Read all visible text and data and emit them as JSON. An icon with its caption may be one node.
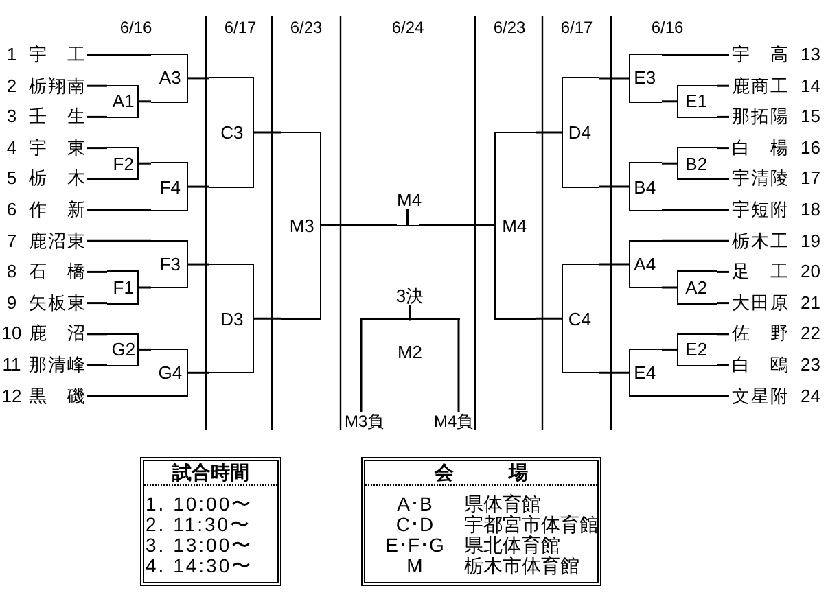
{
  "diagram": {
    "nodes": [
      {
        "text": [
          "宇 工"
        ],
        "beside": [
          "1"
        ]
      },
      {
        "text": [
          "栃翔南"
        ],
        "beside": [
          "2"
        ]
      },
      {
        "text": [
          "壬 生"
        ],
        "beside": [
          "3"
        ]
      },
      {
        "text": [
          "宇 東"
        ],
        "beside": [
          "4"
        ]
      },
      {
        "text": [
          "栃 木"
        ],
        "beside": [
          "5"
        ]
      },
      {
        "text": [
          "作 新"
        ],
        "beside": [
          "6"
        ]
      },
      {
        "text": [
          "鹿沼東"
        ],
        "beside": [
          "7"
        ]
      },
      {
        "text": [
          "石 橋"
        ],
        "beside": [
          "8"
        ]
      },
      {
        "text": [
          "矢板東"
        ],
        "beside": [
          "9"
        ]
      },
      {
        "text": [
          "鹿 沼"
        ],
        "beside": [
          "10"
        ]
      },
      {
        "text": [
          "那清峰"
        ],
        "beside": [
          "11"
        ]
      },
      {
        "text": [
          "黒 磯"
        ],
        "beside": [
          "12"
        ]
      },
      {
        "text": [
          "A1"
        ]
      },
      {
        "text": [
          "A3"
        ]
      },
      {
        "text": [
          "F2"
        ]
      },
      {
        "text": [
          "F4"
        ]
      },
      {
        "text": [
          "C3"
        ]
      },
      {
        "text": [
          "F3"
        ]
      },
      {
        "text": [
          "F1"
        ]
      },
      {
        "text": [
          "G2"
        ]
      },
      {
        "text": [
          "G4"
        ]
      },
      {
        "text": [
          "D3"
        ]
      },
      {
        "text": [
          "M3"
        ]
      },
      {
        "text": [
          "M4"
        ]
      },
      {
        "text": [
          "3決",
          "M2"
        ]
      },
      {
        "text": [
          "M3負"
        ]
      },
      {
        "text": [
          "M4負"
        ]
      },
      {
        "text": [
          "M4"
        ]
      },
      {
        "text": [
          "D4"
        ]
      },
      {
        "text": [
          "E3"
        ]
      },
      {
        "text": [
          "E1"
        ]
      },
      {
        "text": [
          "B2"
        ]
      },
      {
        "text": [
          "B4"
        ]
      },
      {
        "text": [
          "C4"
        ]
      },
      {
        "text": [
          "A4"
        ]
      },
      {
        "text": [
          "A2"
        ]
      },
      {
        "text": [
          "E2"
        ]
      },
      {
        "text": [
          "E4"
        ]
      },
      {
        "text": [
          "宇 高"
        ],
        "beside": [
          "13"
        ]
      },
      {
        "text": [
          "鹿商工"
        ],
        "beside": [
          "14"
        ]
      },
      {
        "text": [
          "那拓陽"
        ],
        "beside": [
          "15"
        ]
      },
      {
        "text": [
          "白 楊"
        ],
        "beside": [
          "16"
        ]
      },
      {
        "text": [
          "宇清陵"
        ],
        "beside": [
          "17"
        ]
      },
      {
        "text": [
          "宇短附"
        ],
        "beside": [
          "18"
        ]
      },
      {
        "text": [
          "栃木工"
        ],
        "beside": [
          "19"
        ]
      },
      {
        "text": [
          "足 工"
        ],
        "beside": [
          "20"
        ]
      },
      {
        "text": [
          "大田原"
        ],
        "beside": [
          "21"
        ]
      },
      {
        "text": [
          "佐 野"
        ],
        "beside": [
          "22"
        ]
      },
      {
        "text": [
          "白 鴎"
        ],
        "beside": [
          "23"
        ]
      },
      {
        "text": [
          "文星附"
        ],
        "beside": [
          "24"
        ]
      },
      {
        "text": [
          "試合時間",
          "1. 10:00〜",
          "2. 11:30〜",
          "3. 13:00〜",
          "4. 14:30〜"
        ]
      },
      {
        "text": [
          "会 場",
          "A･B",
          "県体育館",
          "C･D",
          "宇都宮市体育館",
          "E･F･G",
          "県北体育館",
          "M",
          "栃木市体育館"
        ]
      }
    ],
    "edges": [
      {
        "from": 1,
        "to": 12,
        "arrow": "none"
      },
      {
        "from": 2,
        "to": 12,
        "arrow": "none"
      },
      {
        "from": 0,
        "to": 13,
        "arrow": "none"
      },
      {
        "from": 12,
        "to": 13,
        "arrow": "none"
      },
      {
        "from": 3,
        "to": 14,
        "arrow": "none"
      },
      {
        "from": 4,
        "to": 14,
        "arrow": "none"
      },
      {
        "from": 14,
        "to": 15,
        "arrow": "none"
      },
      {
        "from": 5,
        "to": 15,
        "arrow": "none"
      },
      {
        "from": 13,
        "to": 16,
        "arrow": "none"
      },
      {
        "from": 15,
        "to": 16,
        "arrow": "none"
      },
      {
        "from": 6,
        "to": 17,
        "arrow": "none"
      },
      {
        "from": 7,
        "to": 18,
        "arrow": "none"
      },
      {
        "from": 8,
        "to": 18,
        "arrow": "none"
      },
      {
        "from": 18,
        "to": 17,
        "arrow": "none"
      },
      {
        "from": 9,
        "to": 19,
        "arrow": "none"
      },
      {
        "from": 10,
        "to": 19,
        "arrow": "none"
      },
      {
        "from": 19,
        "to": 20,
        "arrow": "none"
      },
      {
        "from": 11,
        "to": 20,
        "arrow": "none"
      },
      {
        "from": 17,
        "to": 21,
        "arrow": "none"
      },
      {
        "from": 20,
        "to": 21,
        "arrow": "none"
      },
      {
        "from": 16,
        "to": 22,
        "arrow": "none"
      },
      {
        "from": 21,
        "to": 22,
        "arrow": "none"
      },
      {
        "from": 22,
        "to": 23,
        "arrow": "none"
      },
      {
        "from": 27,
        "to": 23,
        "arrow": "none"
      },
      {
        "from": 25,
        "to": 24,
        "arrow": "none"
      },
      {
        "from": 26,
        "to": 24,
        "arrow": "none"
      },
      {
        "from": 28,
        "to": 27,
        "arrow": "none"
      },
      {
        "from": 33,
        "to": 27,
        "arrow": "none"
      },
      {
        "from": 29,
        "to": 28,
        "arrow": "none"
      },
      {
        "from": 32,
        "to": 28,
        "arrow": "none"
      },
      {
        "from": 38,
        "to": 29,
        "arrow": "none"
      },
      {
        "from": 30,
        "to": 29,
        "arrow": "none"
      },
      {
        "from": 39,
        "to": 30,
        "arrow": "none"
      },
      {
        "from": 40,
        "to": 30,
        "arrow": "none"
      },
      {
        "from": 41,
        "to": 31,
        "arrow": "none"
      },
      {
        "from": 42,
        "to": 31,
        "arrow": "none"
      },
      {
        "from": 31,
        "to": 32,
        "arrow": "none"
      },
      {
        "from": 43,
        "to": 32,
        "arrow": "none"
      },
      {
        "from": 44,
        "to": 34,
        "arrow": "none"
      },
      {
        "from": 35,
        "to": 34,
        "arrow": "none"
      },
      {
        "from": 45,
        "to": 35,
        "arrow": "none"
      },
      {
        "from": 46,
        "to": 35,
        "arrow": "none"
      },
      {
        "from": 47,
        "to": 36,
        "arrow": "none"
      },
      {
        "from": 48,
        "to": 36,
        "arrow": "none"
      },
      {
        "from": 36,
        "to": 37,
        "arrow": "none"
      },
      {
        "from": 49,
        "to": 37,
        "arrow": "none"
      },
      {
        "from": 34,
        "to": 33,
        "arrow": "none"
      },
      {
        "from": 37,
        "to": 33,
        "arrow": "none"
      }
    ],
    "labels": [
      "6/16",
      "6/17",
      "6/23",
      "6/24",
      "6/23",
      "6/17",
      "6/16"
    ]
  }
}
